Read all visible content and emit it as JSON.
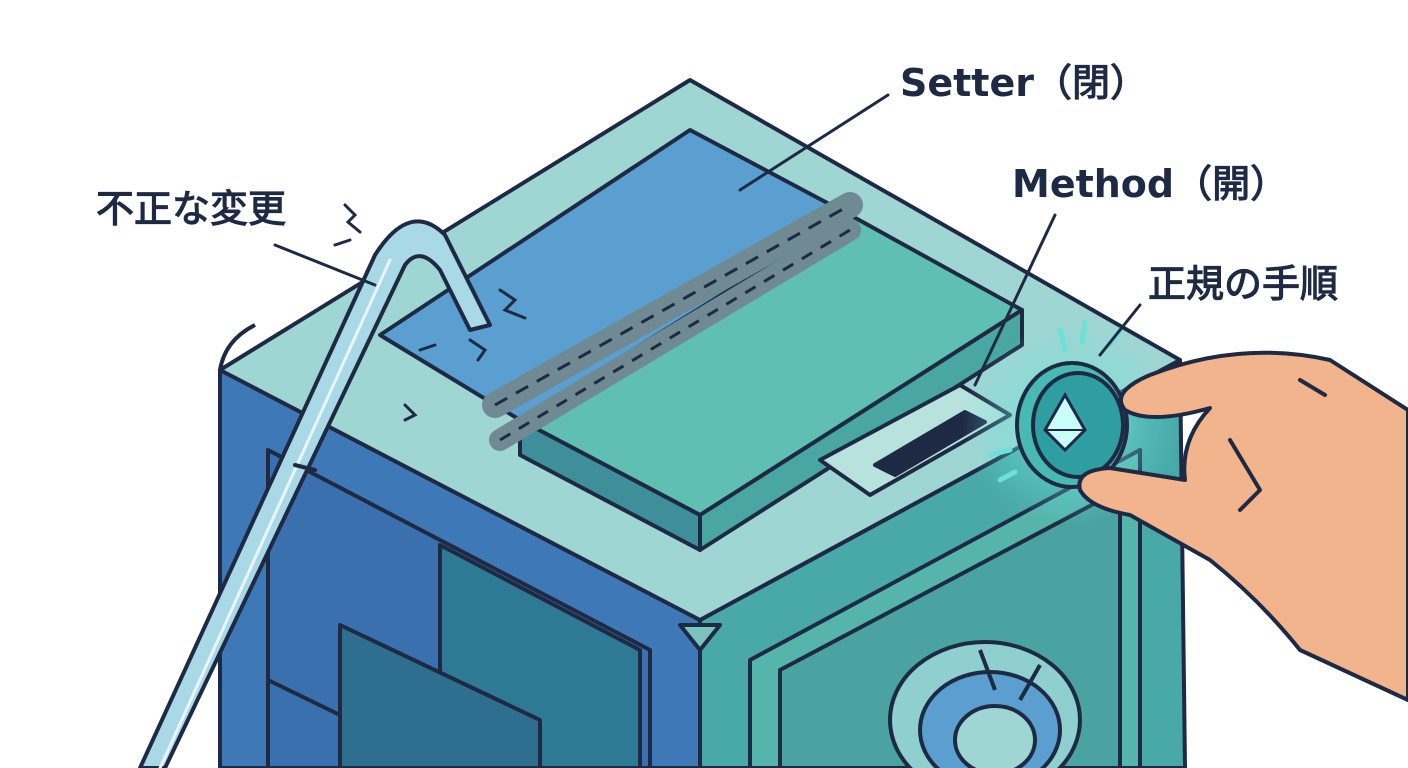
{
  "labels": {
    "setter": "Setter（閉）",
    "method": "Method（開）",
    "tamper": "不正な変更",
    "proper": "正規の手順"
  },
  "icons": {
    "crowbar": "crowbar-icon",
    "coin": "ethereum-coin-icon",
    "hand": "hand-icon",
    "dial": "combination-dial-icon",
    "chain": "chain-seal-icon",
    "slot": "coin-slot-icon"
  },
  "colors": {
    "outline": "#1e2a44",
    "top_light": "#9fd6d3",
    "panel_blue": "#5b9fd0",
    "panel_teal": "#5fbfb3",
    "left_face": "#3f78b7",
    "right_face": "#48a9a8",
    "coin_glow": "#6fe0d8",
    "hand_skin": "#f1b48c",
    "chain_gray": "#6f8a92"
  }
}
